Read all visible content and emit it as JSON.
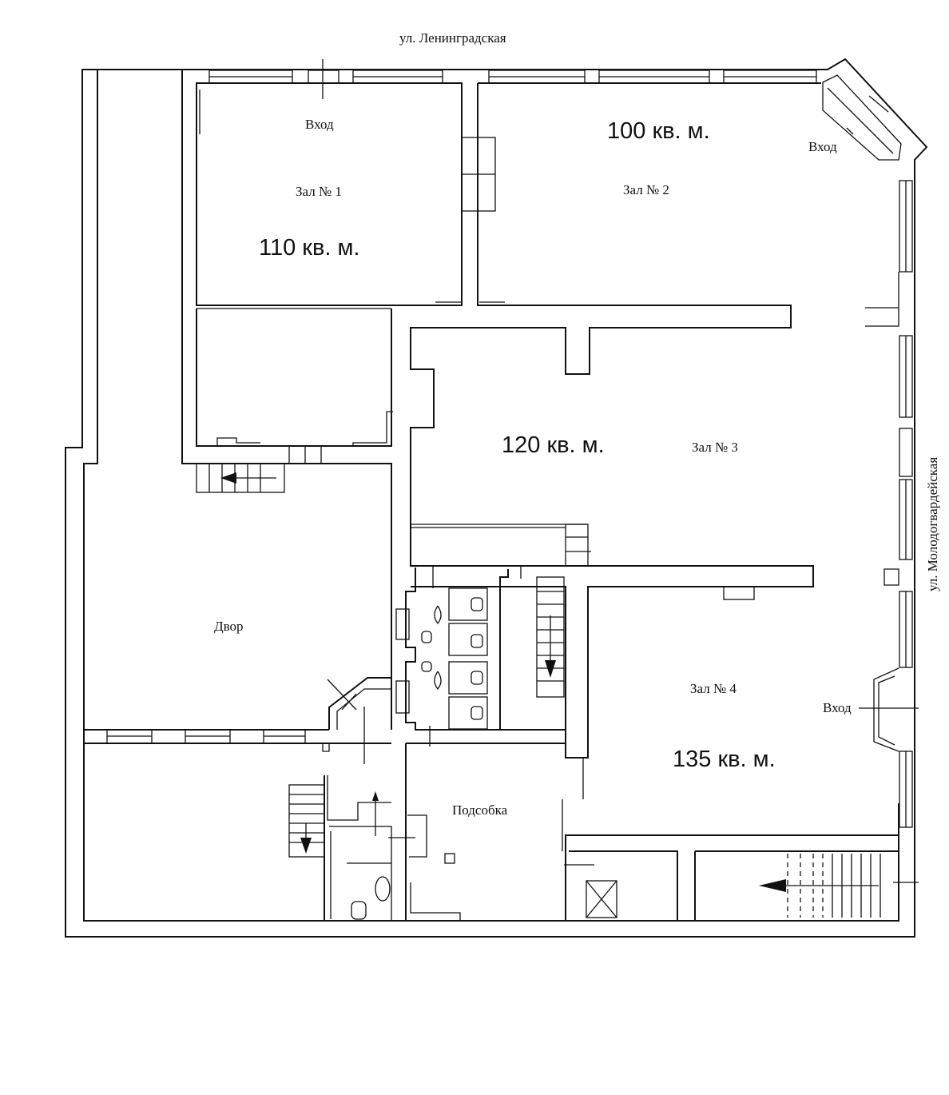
{
  "streets": {
    "north": "ул. Ленинградская",
    "east": "ул. Молодогвардейская"
  },
  "rooms": {
    "hall1": {
      "name": "Зал № 1",
      "area": "110 кв. м.",
      "entrance": "Вход"
    },
    "hall2": {
      "name": "Зал № 2",
      "area": "100 кв. м.",
      "entrance": "Вход"
    },
    "hall3": {
      "name": "Зал № 3",
      "area": "120 кв. м."
    },
    "hall4": {
      "name": "Зал № 4",
      "area": "135 кв. м.",
      "entrance": "Вход"
    },
    "yard": {
      "name": "Двор"
    },
    "utility": {
      "name": "Подсобка"
    }
  },
  "colors": {
    "line": "#111111",
    "background": "#ffffff"
  }
}
